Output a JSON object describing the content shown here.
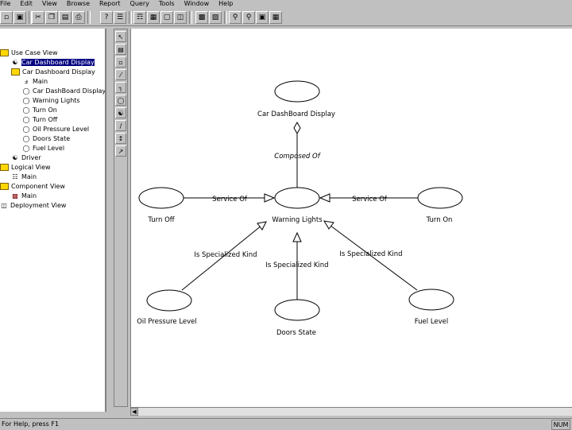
{
  "menu": [
    "File",
    "Edit",
    "View",
    "Browse",
    "Report",
    "Query",
    "Tools",
    "Window",
    "Help"
  ],
  "toolbar_icons": [
    "cut-icon",
    "copy-icon",
    "paste-icon",
    "print-icon",
    "help-icon",
    "browse-icon",
    "class-diagram-icon",
    "interaction-diagram-icon",
    "component-diagram-icon",
    "deployment-diagram-icon",
    "zoom-in-icon",
    "zoom-out-icon",
    "fit-icon",
    "layout-icon"
  ],
  "tree": {
    "use_case_view": "Use Case View",
    "car_dashboard_selected": "Car Dashboard Display",
    "car_dashboard_package": "Car Dashboard Display",
    "main": "Main",
    "car_dashboard_usecase": "Car DashBoard Display",
    "warning_lights": "Warning Lights",
    "turn_on": "Turn On",
    "turn_off": "Turn Off",
    "oil_pressure": "Oil Pressure Level",
    "doors_state": "Doors State",
    "fuel_level": "Fuel Level",
    "driver": "Driver",
    "logical_view": "Logical View",
    "logical_main": "Main",
    "component_view": "Component View",
    "component_main": "Main",
    "deployment_view": "Deployment View"
  },
  "diagram": {
    "car_dashboard": "Car DashBoard Display",
    "warning_lights": "Warning Lights",
    "turn_off": "Turn Off",
    "turn_on": "Turn On",
    "oil_pressure": "Oil Pressure Level",
    "doors_state": "Doors State",
    "fuel_level": "Fuel Level",
    "composed_of": "Composed Of",
    "service_of_left": "Service Of",
    "service_of_right": "Service Of",
    "spec_left": "Is Specialized Kind",
    "spec_center": "Is Specialized Kind",
    "spec_right": "Is Specialized Kind"
  },
  "status": {
    "help_text": "For Help, press F1",
    "indicator": "NUM"
  }
}
